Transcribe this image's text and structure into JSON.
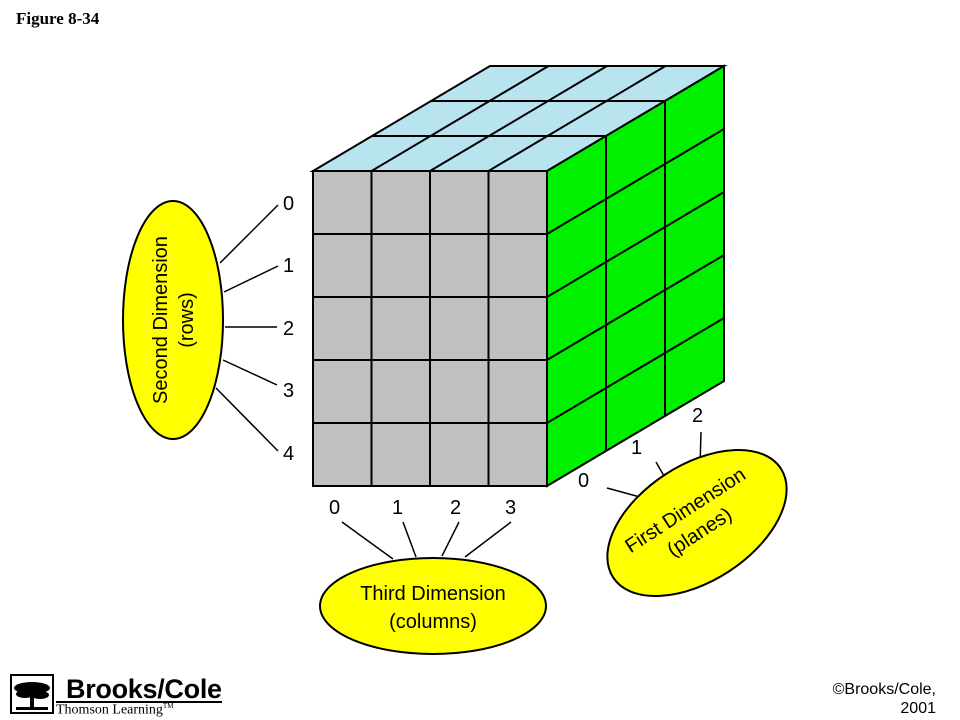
{
  "figure_label": "Figure 8-34",
  "diagram": {
    "colors": {
      "front": "#c0c0c0",
      "top": "#b8e4ef",
      "side": "#00f000",
      "ellipse": "#ffff00",
      "line": "#000000"
    },
    "rows_axis": {
      "labels": [
        "0",
        "1",
        "2",
        "3",
        "4"
      ],
      "title_line1": "Second Dimension",
      "title_line2": "(rows)"
    },
    "columns_axis": {
      "labels": [
        "0",
        "1",
        "2",
        "3"
      ],
      "title_line1": "Third Dimension",
      "title_line2": "(columns)"
    },
    "planes_axis": {
      "labels": [
        "0",
        "1",
        "2"
      ],
      "title_line1": "First Dimension",
      "title_line2": "(planes)"
    }
  },
  "publisher": {
    "name": "Brooks/Cole",
    "subtitle": "Thomson Learning",
    "trademark": "TM",
    "copyright_line1": "©Brooks/Cole,",
    "copyright_line2": "2001"
  }
}
